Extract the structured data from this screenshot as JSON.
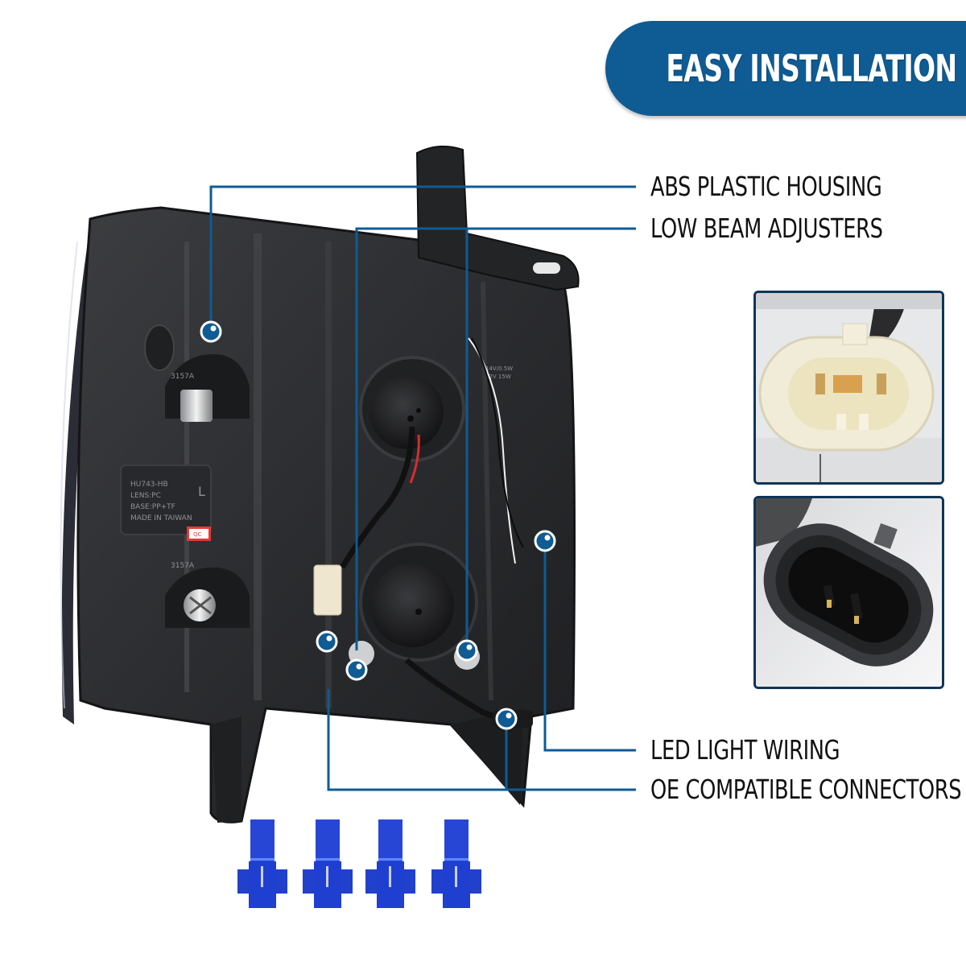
{
  "banner": {
    "title": "EASY INSTALLATION",
    "color": "#0f5b94"
  },
  "callouts": [
    {
      "id": "housing",
      "label": "ABS PLASTIC HOUSING"
    },
    {
      "id": "adjusters",
      "label": "LOW BEAM ADJUSTERS"
    },
    {
      "id": "led-wiring",
      "label": "LED LIGHT WIRING"
    },
    {
      "id": "connectors",
      "label": "OE COMPATIBLE CONNECTORS"
    }
  ],
  "callout_style": {
    "line_color": "#0f5b94",
    "dot_color": "#0f5b94",
    "dot_ring": "#ffffff"
  },
  "headlamp_markings": {
    "label_box": [
      "HU743-HB",
      "LENS:PC",
      "BASE:PP+TF",
      "MADE IN TAIWAN"
    ],
    "side_letter": "L",
    "qc_sticker": "QC",
    "bulb_code_top": "3157A",
    "bulb_code_bottom": "3157A",
    "wattage": [
      "14V/0.5W",
      "12V 15W"
    ]
  },
  "insets": [
    {
      "id": "female-connector",
      "description": "cream 3-pin female connector"
    },
    {
      "id": "male-connector",
      "description": "black 2-pin male connector"
    }
  ],
  "accessories": {
    "tap_connectors_count": 4,
    "tap_connector_color": "#1f3fd0"
  }
}
